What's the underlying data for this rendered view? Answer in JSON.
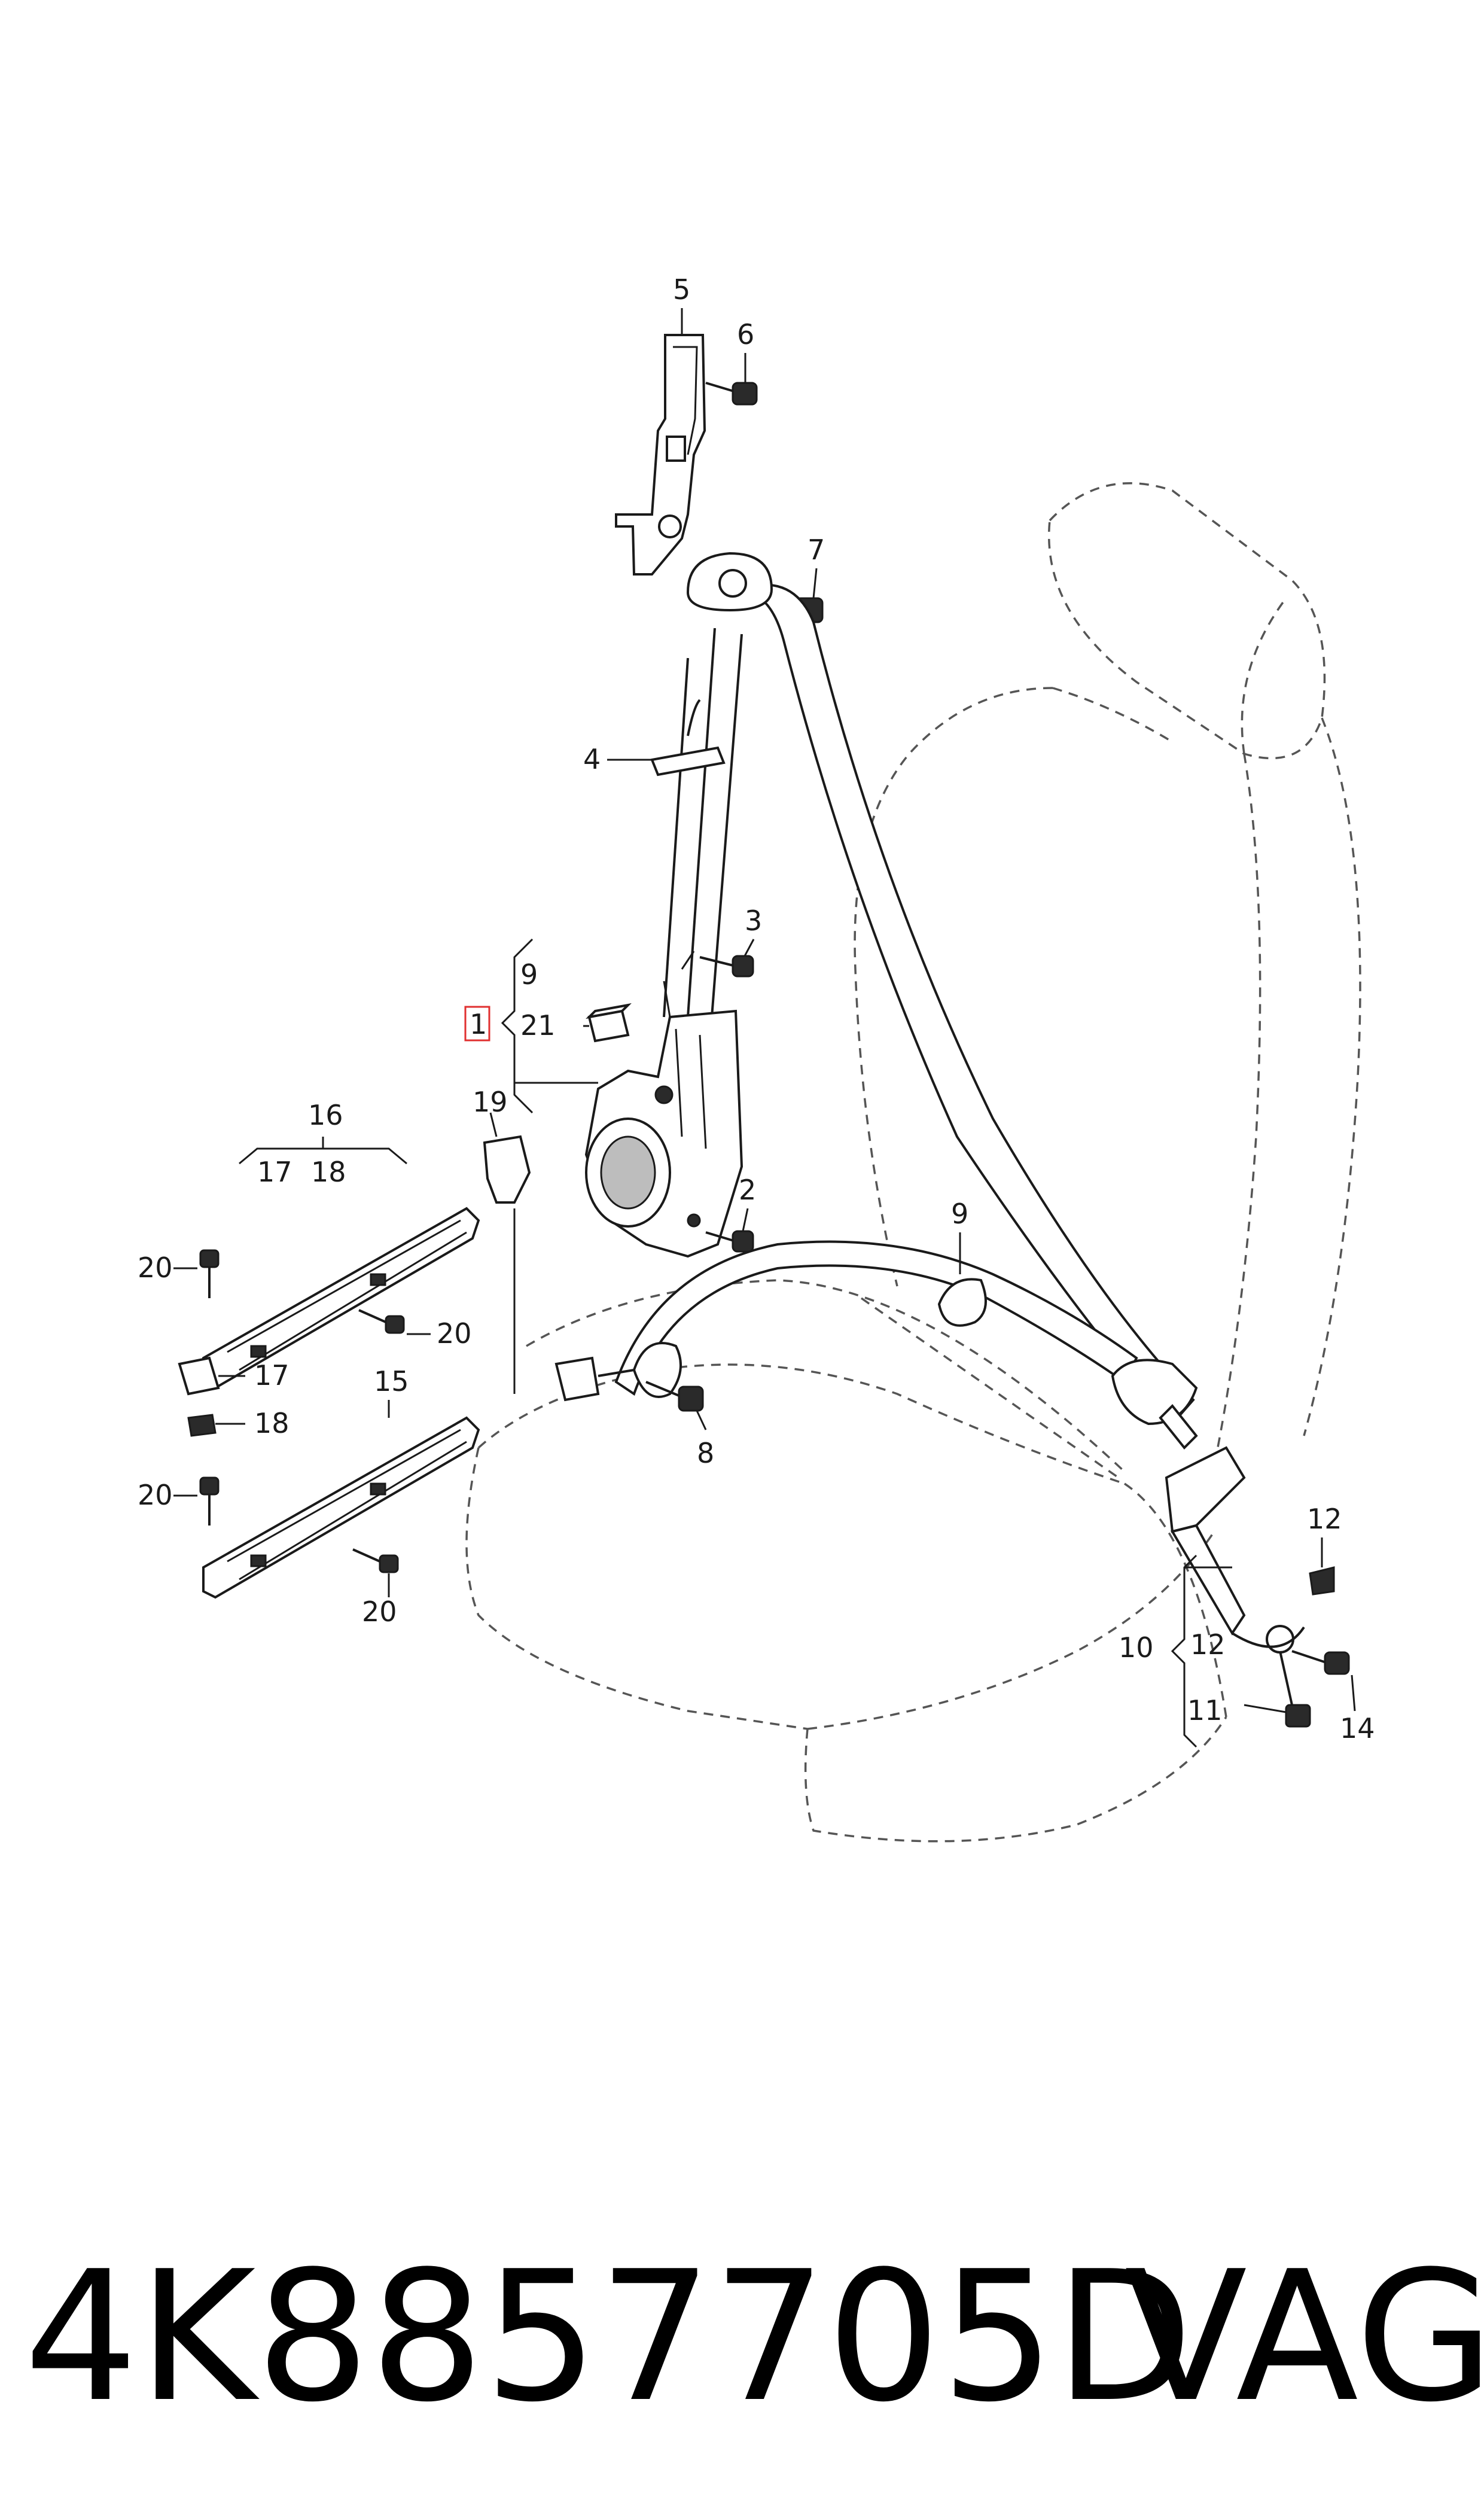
{
  "diagram": {
    "callouts": {
      "c1": "1",
      "c2": "2",
      "c3": "3",
      "c4": "4",
      "c5": "5",
      "c6": "6",
      "c7": "7",
      "c8": "8",
      "c9a": "9",
      "c9b": "9",
      "c10": "10",
      "c11": "11",
      "c12a": "12",
      "c12b": "12",
      "c14": "14",
      "c15": "15",
      "c16": "16",
      "c17a": "17",
      "c17b": "17",
      "c18a": "18",
      "c18b": "18",
      "c19": "19",
      "c20a": "20",
      "c20b": "20",
      "c20c": "20",
      "c20d": "20",
      "c21": "21"
    },
    "highlight_color": "#e03030"
  },
  "footer": {
    "part_number": "4K8857705D",
    "brand": "VAG"
  }
}
